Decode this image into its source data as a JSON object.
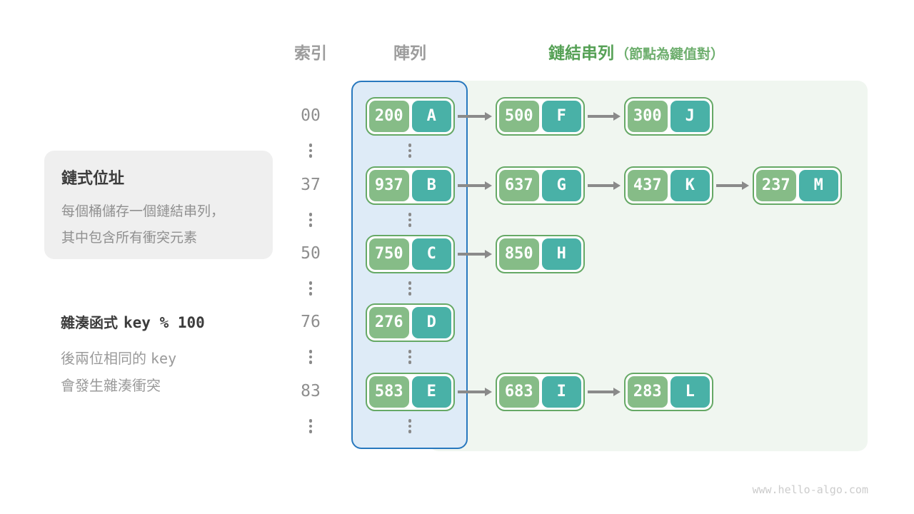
{
  "page": {
    "watermark": "www.hello-algo.com"
  },
  "header": {
    "index_label": "索引",
    "array_label": "陣列",
    "list_label": "鏈結串列",
    "list_note": "（節點為鍵值對）"
  },
  "side_panel": {
    "box": {
      "title": "鏈式位址",
      "line1": "每個桶儲存一個鏈結串列，",
      "line2": "其中包含所有衝突元素"
    },
    "note": {
      "title_text": "雜湊函式",
      "title_code": "key % 100",
      "line1_text": "後兩位相同的",
      "line1_code": "key",
      "line2_text": "會發生雜湊衝突"
    }
  },
  "colors": {
    "key_bg": "#86BC87",
    "value_bg": "#49B1A7",
    "node_border": "#66A966",
    "array_fill": "#DEEBF7",
    "array_border": "#2878BE",
    "list_fill": "#F0F6F0",
    "arrow": "#8A8A8A",
    "index_gray": "#8E8E8E",
    "header_gray": "#9C9C9C",
    "header_green": "#56A156"
  },
  "hash_table": {
    "rows": [
      {
        "index": "00",
        "nodes": [
          {
            "key": "200",
            "value": "A"
          },
          {
            "key": "500",
            "value": "F"
          },
          {
            "key": "300",
            "value": "J"
          }
        ]
      },
      {
        "index": "37",
        "nodes": [
          {
            "key": "937",
            "value": "B"
          },
          {
            "key": "637",
            "value": "G"
          },
          {
            "key": "437",
            "value": "K"
          },
          {
            "key": "237",
            "value": "M"
          }
        ]
      },
      {
        "index": "50",
        "nodes": [
          {
            "key": "750",
            "value": "C"
          },
          {
            "key": "850",
            "value": "H"
          }
        ]
      },
      {
        "index": "76",
        "nodes": [
          {
            "key": "276",
            "value": "D"
          }
        ]
      },
      {
        "index": "83",
        "nodes": [
          {
            "key": "583",
            "value": "E"
          },
          {
            "key": "683",
            "value": "I"
          },
          {
            "key": "283",
            "value": "L"
          }
        ]
      }
    ]
  }
}
